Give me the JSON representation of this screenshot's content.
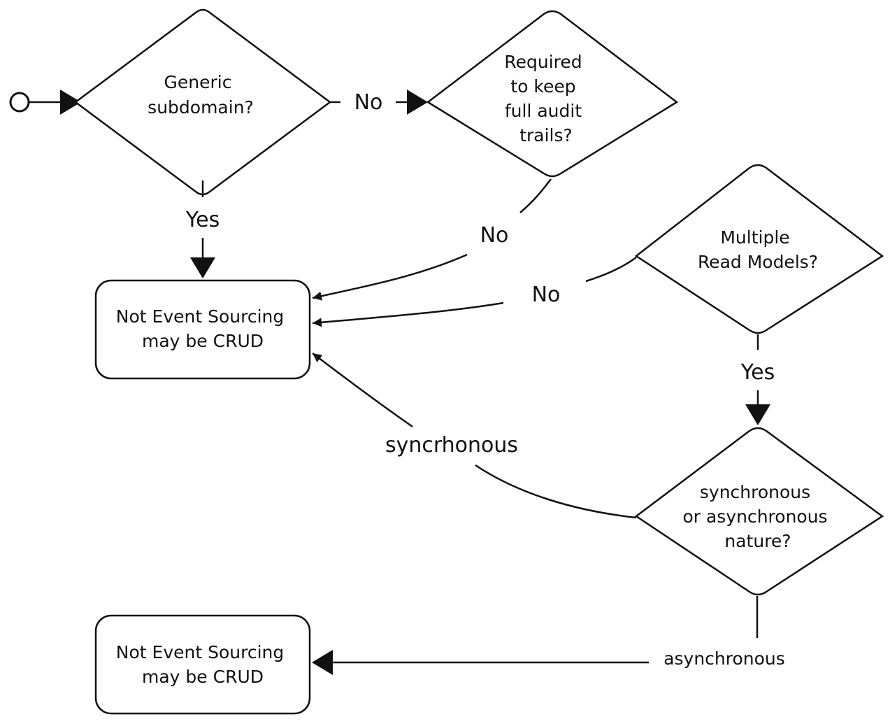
{
  "diagram": {
    "nodes": {
      "generic": {
        "lines": [
          "Generic",
          "subdomain?"
        ]
      },
      "audit": {
        "lines": [
          "Required",
          "to keep",
          "full audit",
          "trails?"
        ]
      },
      "readmodels": {
        "lines": [
          "Multiple",
          "Read Models?"
        ]
      },
      "nature": {
        "lines": [
          "synchronous",
          "or asynchronous",
          "nature?"
        ]
      },
      "result_top": {
        "lines": [
          "Not Event Sourcing",
          "may be CRUD"
        ]
      },
      "result_bottom": {
        "lines": [
          "Not Event Sourcing",
          "may be CRUD"
        ]
      }
    },
    "edges": {
      "generic_no": "No",
      "generic_yes": "Yes",
      "audit_no": "No",
      "readmodels_no": "No",
      "readmodels_yes": "Yes",
      "nature_sync": "syncrhonous",
      "nature_async": "asynchronous"
    }
  }
}
